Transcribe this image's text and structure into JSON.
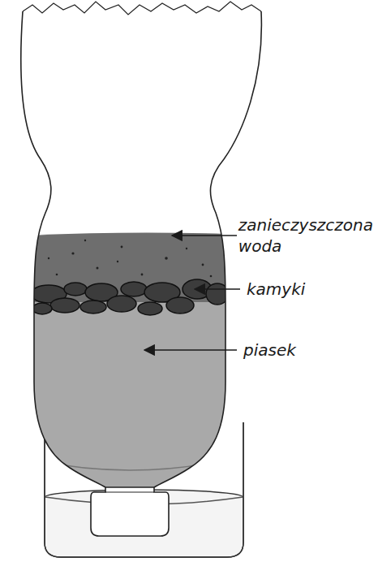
{
  "diagram": {
    "labels": [
      "zanieczyszczona woda",
      "kamyki",
      "piasek"
    ]
  }
}
